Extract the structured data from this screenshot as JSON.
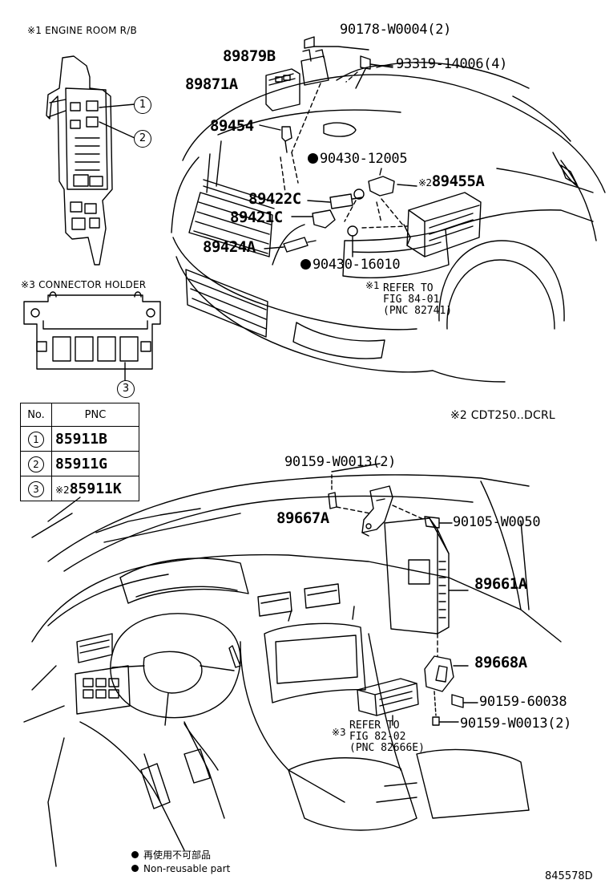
{
  "sections": {
    "engine_room": "※1 ENGINE ROOM R/B",
    "connector_holder": "※3 CONNECTOR HOLDER",
    "note2": "※2 CDT250..DCRL"
  },
  "callouts": {
    "c1": "1",
    "c2": "2",
    "c3": "3"
  },
  "parts": {
    "p90178": "90178-W0004(2)",
    "p89879B": "89879B",
    "p93319": "93319-14006(4)",
    "p89871A": "89871A",
    "p89454": "89454",
    "p90430_12005": "90430-12005",
    "p89455A": "89455A",
    "p89455A_mark": "※2",
    "p89422C": "89422C",
    "p89421C": "89421C",
    "p89424A": "89424A",
    "p90430_16010": "90430-16010",
    "p90159_W0013_top": "90159-W0013(2)",
    "p89667A": "89667A",
    "p90105": "90105-W0050",
    "p89661A": "89661A",
    "p89668A": "89668A",
    "p90159_60038": "90159-60038",
    "p90159_W0013_bot": "90159-W0013(2)"
  },
  "refs": {
    "ref1_mark": "※1",
    "ref1": "REFER TO\nFIG 84-01\n(PNC 82741)",
    "ref3_mark": "※3",
    "ref3": "REFER TO\nFIG 82-02\n(PNC 82666E)"
  },
  "table": {
    "header_no": "No.",
    "header_pnc": "PNC",
    "rows": [
      {
        "no": "1",
        "mark": "",
        "pnc": "85911B"
      },
      {
        "no": "2",
        "mark": "",
        "pnc": "85911G"
      },
      {
        "no": "3",
        "mark": "※2",
        "pnc": "85911K"
      }
    ]
  },
  "legend": {
    "jp": "再使用不可部品",
    "en": "Non-reusable part"
  },
  "figure_id": "845578D"
}
